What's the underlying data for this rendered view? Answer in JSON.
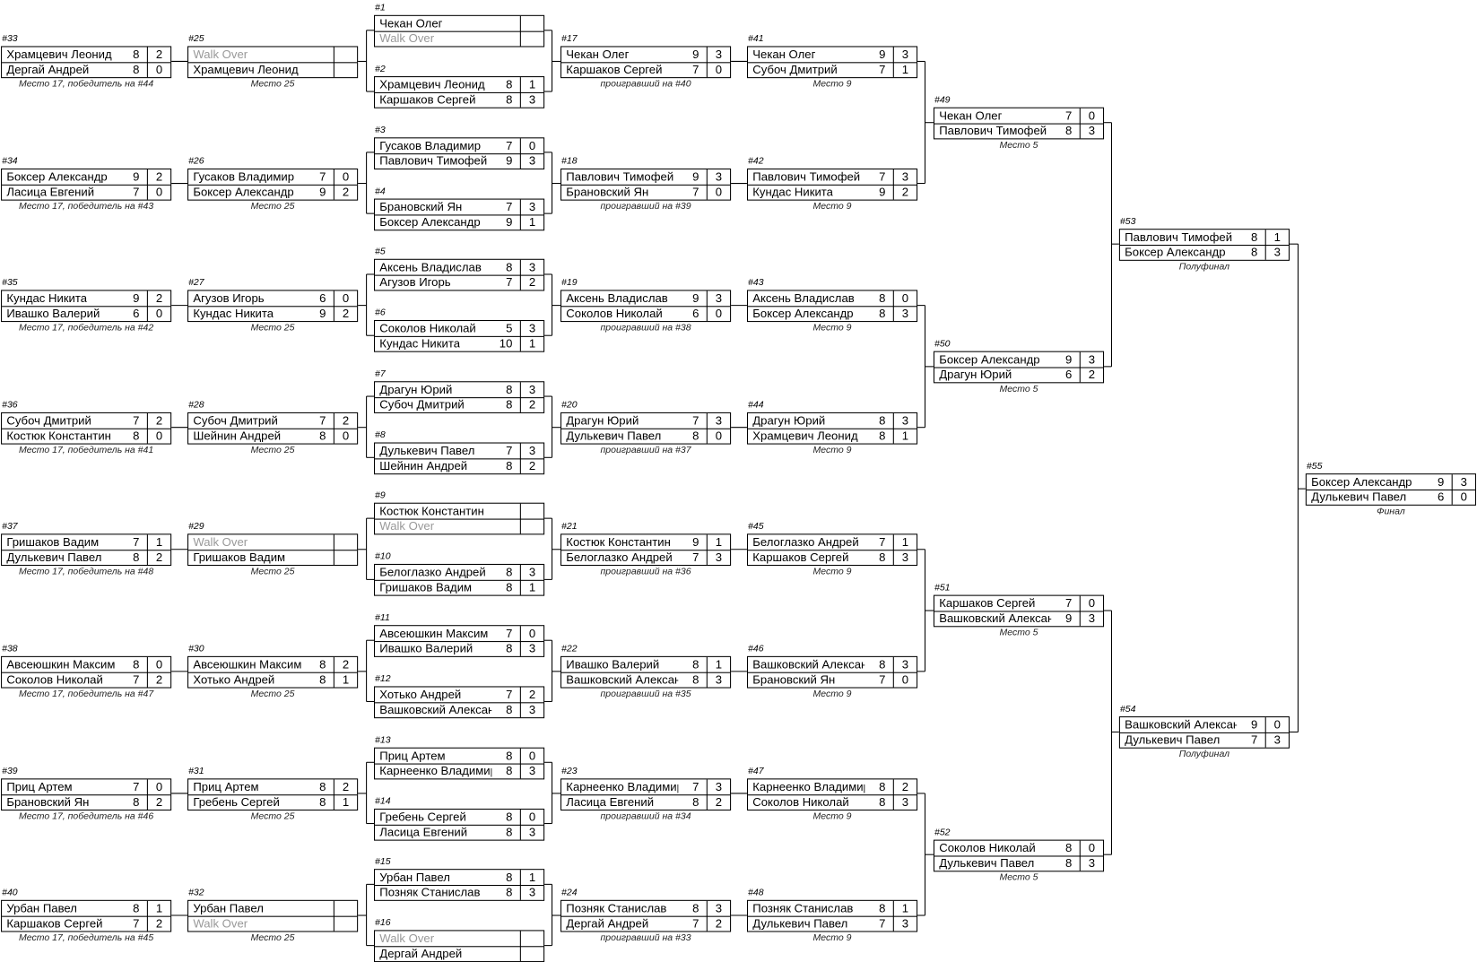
{
  "walkover_color": "#999999",
  "matches": [
    {
      "id": "#1",
      "caption": "",
      "players": [
        [
          "Чекан Олег",
          "",
          ""
        ],
        [
          "Walk Over",
          "",
          ""
        ]
      ]
    },
    {
      "id": "#2",
      "caption": "",
      "players": [
        [
          "Храмцевич Леонид",
          "8",
          "1"
        ],
        [
          "Каршаков Сергей",
          "8",
          "3"
        ]
      ]
    },
    {
      "id": "#3",
      "caption": "",
      "players": [
        [
          "Гусаков Владимир",
          "7",
          "0"
        ],
        [
          "Павлович Тимофей",
          "9",
          "3"
        ]
      ]
    },
    {
      "id": "#4",
      "caption": "",
      "players": [
        [
          "Брановский Ян",
          "7",
          "3"
        ],
        [
          "Боксер Александр",
          "9",
          "1"
        ]
      ]
    },
    {
      "id": "#5",
      "caption": "",
      "players": [
        [
          "Аксень Владислав",
          "8",
          "3"
        ],
        [
          "Агузов Игорь",
          "7",
          "2"
        ]
      ]
    },
    {
      "id": "#6",
      "caption": "",
      "players": [
        [
          "Соколов Николай",
          "5",
          "3"
        ],
        [
          "Кундас Никита",
          "10",
          "1"
        ]
      ]
    },
    {
      "id": "#7",
      "caption": "",
      "players": [
        [
          "Драгун Юрий",
          "8",
          "3"
        ],
        [
          "Субоч Дмитрий",
          "8",
          "2"
        ]
      ]
    },
    {
      "id": "#8",
      "caption": "",
      "players": [
        [
          "Дулькевич Павел",
          "7",
          "3"
        ],
        [
          "Шейнин Андрей",
          "8",
          "2"
        ]
      ]
    },
    {
      "id": "#9",
      "caption": "",
      "players": [
        [
          "Костюк Константин",
          "",
          ""
        ],
        [
          "Walk Over",
          "",
          ""
        ]
      ]
    },
    {
      "id": "#10",
      "caption": "",
      "players": [
        [
          "Белоглазко Андрей",
          "8",
          "3"
        ],
        [
          "Гришаков Вадим",
          "8",
          "1"
        ]
      ]
    },
    {
      "id": "#11",
      "caption": "",
      "players": [
        [
          "Авсеюшкин Максим",
          "7",
          "0"
        ],
        [
          "Ивашко Валерий",
          "8",
          "3"
        ]
      ]
    },
    {
      "id": "#12",
      "caption": "",
      "players": [
        [
          "Хотько Андрей",
          "7",
          "2"
        ],
        [
          "Вашковский Александр",
          "8",
          "3"
        ]
      ]
    },
    {
      "id": "#13",
      "caption": "",
      "players": [
        [
          "Приц Артем",
          "8",
          "0"
        ],
        [
          "Карнеенко Владимир",
          "8",
          "3"
        ]
      ]
    },
    {
      "id": "#14",
      "caption": "",
      "players": [
        [
          "Гребень Сергей",
          "8",
          "0"
        ],
        [
          "Ласица Евгений",
          "8",
          "3"
        ]
      ]
    },
    {
      "id": "#15",
      "caption": "",
      "players": [
        [
          "Урбан Павел",
          "8",
          "1"
        ],
        [
          "Позняк Станислав",
          "8",
          "3"
        ]
      ]
    },
    {
      "id": "#16",
      "caption": "",
      "players": [
        [
          "Walk Over",
          "",
          ""
        ],
        [
          "Дергай Андрей",
          "",
          ""
        ]
      ]
    },
    {
      "id": "#17",
      "caption": "проигравший на #40",
      "players": [
        [
          "Чекан Олег",
          "9",
          "3"
        ],
        [
          "Каршаков Сергей",
          "7",
          "0"
        ]
      ]
    },
    {
      "id": "#18",
      "caption": "проигравший на #39",
      "players": [
        [
          "Павлович Тимофей",
          "9",
          "3"
        ],
        [
          "Брановский Ян",
          "7",
          "0"
        ]
      ]
    },
    {
      "id": "#19",
      "caption": "проигравший на #38",
      "players": [
        [
          "Аксень Владислав",
          "9",
          "3"
        ],
        [
          "Соколов Николай",
          "6",
          "0"
        ]
      ]
    },
    {
      "id": "#20",
      "caption": "проигравший на #37",
      "players": [
        [
          "Драгун Юрий",
          "7",
          "3"
        ],
        [
          "Дулькевич Павел",
          "8",
          "0"
        ]
      ]
    },
    {
      "id": "#21",
      "caption": "проигравший на #36",
      "players": [
        [
          "Костюк Константин",
          "9",
          "1"
        ],
        [
          "Белоглазко Андрей",
          "7",
          "3"
        ]
      ]
    },
    {
      "id": "#22",
      "caption": "проигравший на #35",
      "players": [
        [
          "Ивашко Валерий",
          "8",
          "1"
        ],
        [
          "Вашковский Александр",
          "8",
          "3"
        ]
      ]
    },
    {
      "id": "#23",
      "caption": "проигравший на #34",
      "players": [
        [
          "Карнеенко Владимир",
          "7",
          "3"
        ],
        [
          "Ласица Евгений",
          "8",
          "2"
        ]
      ]
    },
    {
      "id": "#24",
      "caption": "проигравший на #33",
      "players": [
        [
          "Позняк Станислав",
          "8",
          "3"
        ],
        [
          "Дергай Андрей",
          "7",
          "2"
        ]
      ]
    },
    {
      "id": "#25",
      "caption": "Место 25",
      "players": [
        [
          "Walk Over",
          "",
          ""
        ],
        [
          "Храмцевич Леонид",
          "",
          ""
        ]
      ]
    },
    {
      "id": "#26",
      "caption": "Место 25",
      "players": [
        [
          "Гусаков Владимир",
          "7",
          "0"
        ],
        [
          "Боксер Александр",
          "9",
          "2"
        ]
      ]
    },
    {
      "id": "#27",
      "caption": "Место 25",
      "players": [
        [
          "Агузов Игорь",
          "6",
          "0"
        ],
        [
          "Кундас Никита",
          "9",
          "2"
        ]
      ]
    },
    {
      "id": "#28",
      "caption": "Место 25",
      "players": [
        [
          "Субоч Дмитрий",
          "7",
          "2"
        ],
        [
          "Шейнин Андрей",
          "8",
          "0"
        ]
      ]
    },
    {
      "id": "#29",
      "caption": "Место 25",
      "players": [
        [
          "Walk Over",
          "",
          ""
        ],
        [
          "Гришаков Вадим",
          "",
          ""
        ]
      ]
    },
    {
      "id": "#30",
      "caption": "Место 25",
      "players": [
        [
          "Авсеюшкин Максим",
          "8",
          "2"
        ],
        [
          "Хотько Андрей",
          "8",
          "1"
        ]
      ]
    },
    {
      "id": "#31",
      "caption": "Место 25",
      "players": [
        [
          "Приц Артем",
          "8",
          "2"
        ],
        [
          "Гребень Сергей",
          "8",
          "1"
        ]
      ]
    },
    {
      "id": "#32",
      "caption": "Место 25",
      "players": [
        [
          "Урбан Павел",
          "",
          ""
        ],
        [
          "Walk Over",
          "",
          ""
        ]
      ]
    },
    {
      "id": "#33",
      "caption": "Место 17, победитель на #44",
      "players": [
        [
          "Храмцевич Леонид",
          "8",
          "2"
        ],
        [
          "Дергай Андрей",
          "8",
          "0"
        ]
      ]
    },
    {
      "id": "#34",
      "caption": "Место 17, победитель на #43",
      "players": [
        [
          "Боксер Александр",
          "9",
          "2"
        ],
        [
          "Ласица Евгений",
          "7",
          "0"
        ]
      ]
    },
    {
      "id": "#35",
      "caption": "Место 17, победитель на #42",
      "players": [
        [
          "Кундас Никита",
          "9",
          "2"
        ],
        [
          "Ивашко Валерий",
          "6",
          "0"
        ]
      ]
    },
    {
      "id": "#36",
      "caption": "Место 17, победитель на #41",
      "players": [
        [
          "Субоч Дмитрий",
          "7",
          "2"
        ],
        [
          "Костюк Константин",
          "8",
          "0"
        ]
      ]
    },
    {
      "id": "#37",
      "caption": "Место 17, победитель на #48",
      "players": [
        [
          "Гришаков Вадим",
          "7",
          "1"
        ],
        [
          "Дулькевич Павел",
          "8",
          "2"
        ]
      ]
    },
    {
      "id": "#38",
      "caption": "Место 17, победитель на #47",
      "players": [
        [
          "Авсеюшкин Максим",
          "8",
          "0"
        ],
        [
          "Соколов Николай",
          "7",
          "2"
        ]
      ]
    },
    {
      "id": "#39",
      "caption": "Место 17, победитель на #46",
      "players": [
        [
          "Приц Артем",
          "7",
          "0"
        ],
        [
          "Брановский Ян",
          "8",
          "2"
        ]
      ]
    },
    {
      "id": "#40",
      "caption": "Место 17, победитель на #45",
      "players": [
        [
          "Урбан Павел",
          "8",
          "1"
        ],
        [
          "Каршаков Сергей",
          "7",
          "2"
        ]
      ]
    },
    {
      "id": "#41",
      "caption": "Место 9",
      "players": [
        [
          "Чекан Олег",
          "9",
          "3"
        ],
        [
          "Субоч Дмитрий",
          "7",
          "1"
        ]
      ]
    },
    {
      "id": "#42",
      "caption": "Место 9",
      "players": [
        [
          "Павлович Тимофей",
          "7",
          "3"
        ],
        [
          "Кундас Никита",
          "9",
          "2"
        ]
      ]
    },
    {
      "id": "#43",
      "caption": "Место 9",
      "players": [
        [
          "Аксень Владислав",
          "8",
          "0"
        ],
        [
          "Боксер Александр",
          "8",
          "3"
        ]
      ]
    },
    {
      "id": "#44",
      "caption": "Место 9",
      "players": [
        [
          "Драгун Юрий",
          "8",
          "3"
        ],
        [
          "Храмцевич Леонид",
          "8",
          "1"
        ]
      ]
    },
    {
      "id": "#45",
      "caption": "Место 9",
      "players": [
        [
          "Белоглазко Андрей",
          "7",
          "1"
        ],
        [
          "Каршаков Сергей",
          "8",
          "3"
        ]
      ]
    },
    {
      "id": "#46",
      "caption": "Место 9",
      "players": [
        [
          "Вашковский Александр",
          "8",
          "3"
        ],
        [
          "Брановский Ян",
          "7",
          "0"
        ]
      ]
    },
    {
      "id": "#47",
      "caption": "Место 9",
      "players": [
        [
          "Карнеенко Владимир",
          "8",
          "2"
        ],
        [
          "Соколов Николай",
          "8",
          "3"
        ]
      ]
    },
    {
      "id": "#48",
      "caption": "Место 9",
      "players": [
        [
          "Позняк Станислав",
          "8",
          "1"
        ],
        [
          "Дулькевич Павел",
          "7",
          "3"
        ]
      ]
    },
    {
      "id": "#49",
      "caption": "Место 5",
      "players": [
        [
          "Чекан Олег",
          "7",
          "0"
        ],
        [
          "Павлович Тимофей",
          "8",
          "3"
        ]
      ]
    },
    {
      "id": "#50",
      "caption": "Место 5",
      "players": [
        [
          "Боксер Александр",
          "9",
          "3"
        ],
        [
          "Драгун Юрий",
          "6",
          "2"
        ]
      ]
    },
    {
      "id": "#51",
      "caption": "Место 5",
      "players": [
        [
          "Каршаков Сергей",
          "7",
          "0"
        ],
        [
          "Вашковский Александр",
          "9",
          "3"
        ]
      ]
    },
    {
      "id": "#52",
      "caption": "Место 5",
      "players": [
        [
          "Соколов Николай",
          "8",
          "0"
        ],
        [
          "Дулькевич Павел",
          "8",
          "3"
        ]
      ]
    },
    {
      "id": "#53",
      "caption": "Полуфинал",
      "players": [
        [
          "Павлович Тимофей",
          "8",
          "1"
        ],
        [
          "Боксер Александр",
          "8",
          "3"
        ]
      ]
    },
    {
      "id": "#54",
      "caption": "Полуфинал",
      "players": [
        [
          "Вашковский Александр",
          "9",
          "0"
        ],
        [
          "Дулькевич Павел",
          "7",
          "3"
        ]
      ]
    },
    {
      "id": "#55",
      "caption": "Финал",
      "players": [
        [
          "Боксер Александр",
          "9",
          "3"
        ],
        [
          "Дулькевич Павел",
          "6",
          "0"
        ]
      ]
    }
  ]
}
